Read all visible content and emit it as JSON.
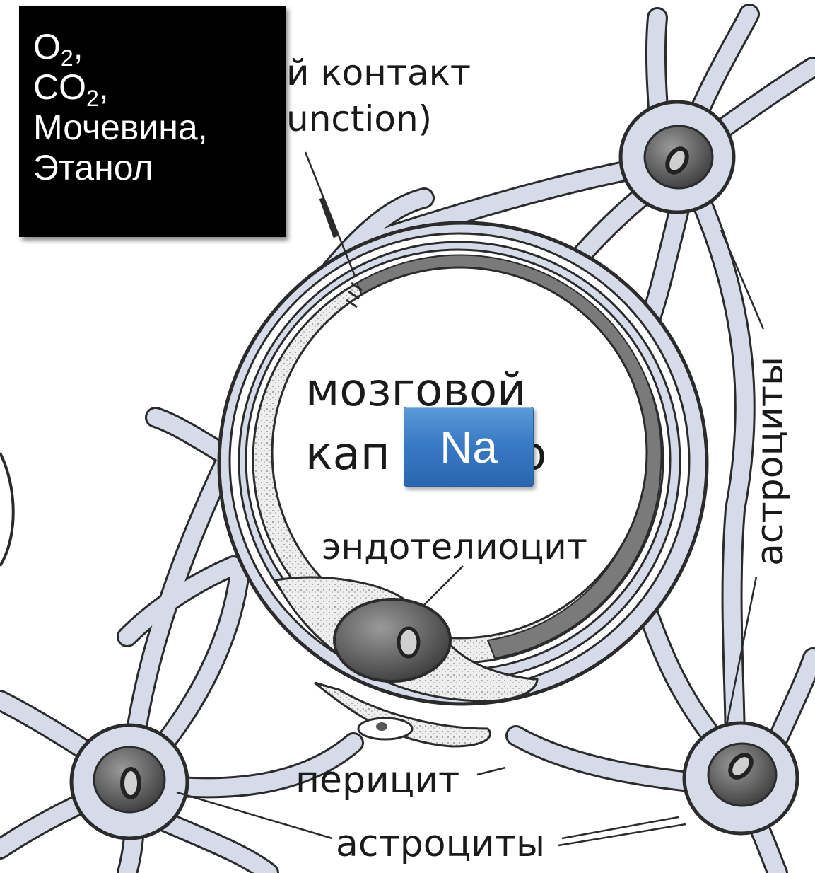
{
  "labels": {
    "tight_junction_line1": "й контакт",
    "tight_junction_line2": "unction)",
    "capillary_line1": "мозговой",
    "capillary_line2": "кап       яр",
    "endotheliocyte": "эндотелиоцит",
    "pericyte": "перицит",
    "astrocytes_bottom": "астроциты",
    "astrocytes_right": "астроциты"
  },
  "overlay_box": {
    "o2_main": "O",
    "o2_sub": "2",
    "o2_tail": ",",
    "co2_main": "CO",
    "co2_sub": "2",
    "co2_tail": ",",
    "urea": "Мочевина,",
    "ethanol": "Этанол"
  },
  "na_box": {
    "label": "Na"
  },
  "colors": {
    "astrocyte_fill": "#d6dbe9",
    "outline": "#2b2b2b",
    "nucleus_fill": "#6a6a6a",
    "overlay_bg": "#000000",
    "na_blue": "#3a7bc6"
  }
}
